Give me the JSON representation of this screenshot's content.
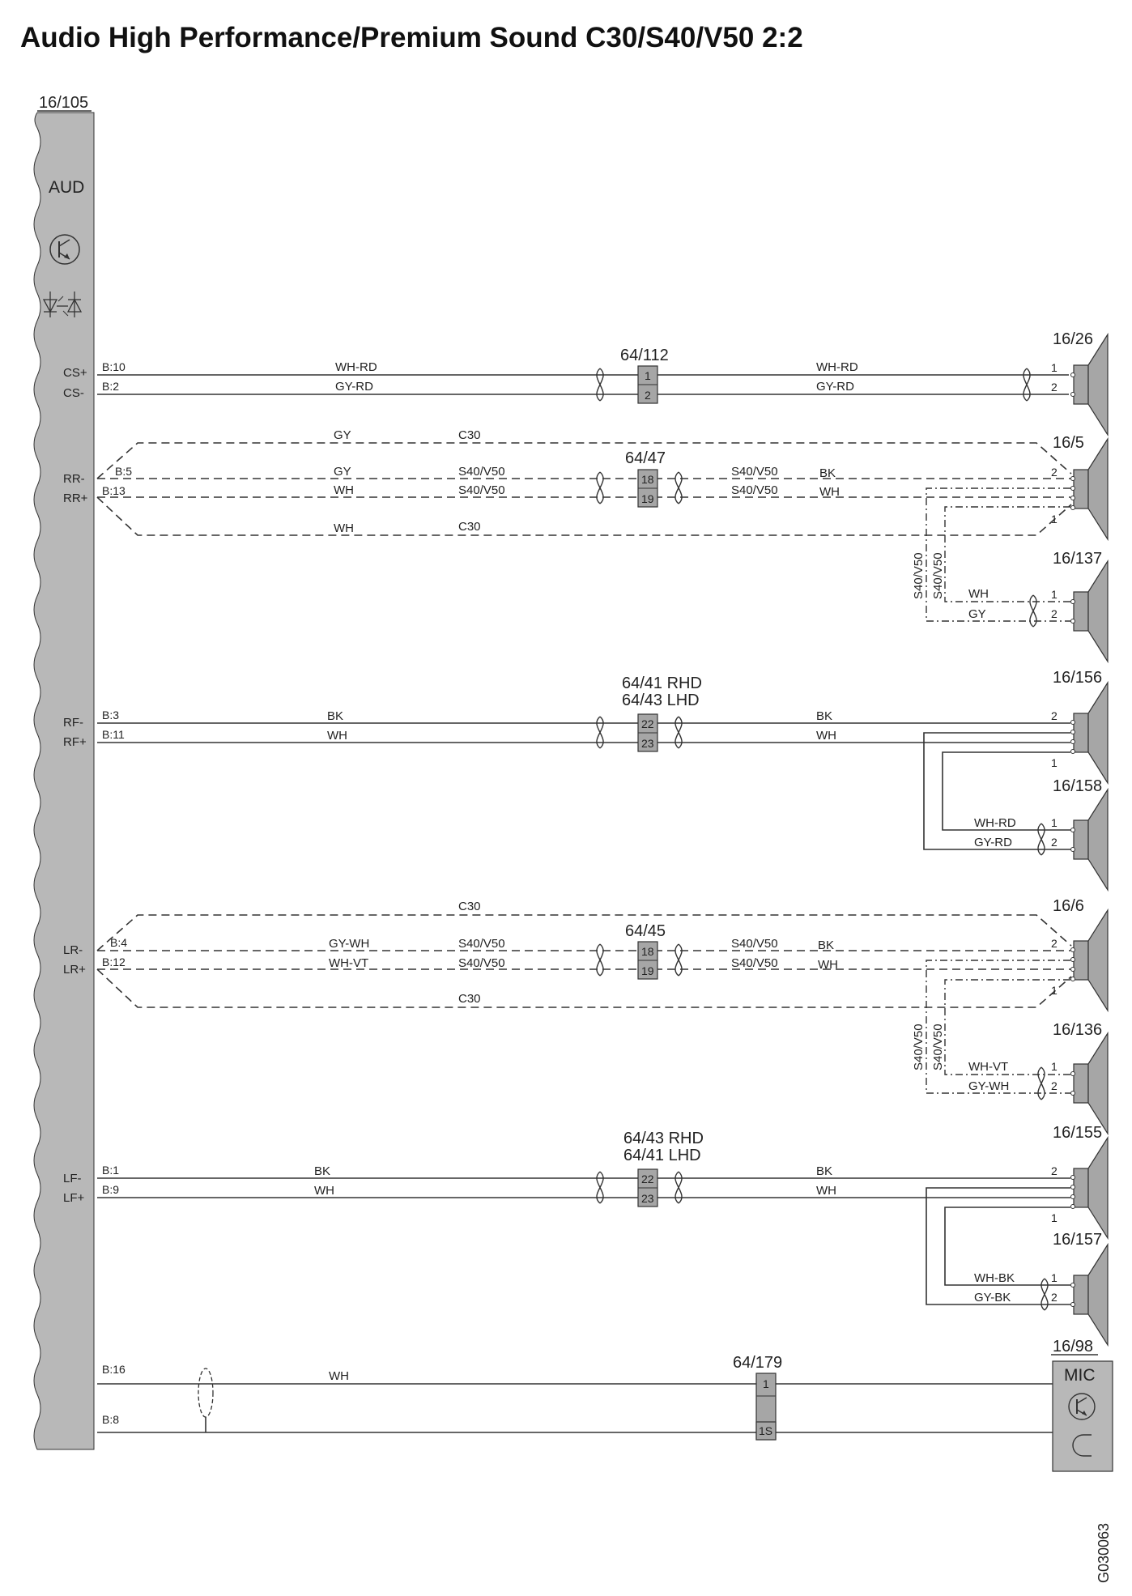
{
  "title": "Audio High Performance/Premium Sound C30/S40/V50 2:2",
  "drawing_id": "G030063",
  "module": {
    "ref": "16/105",
    "label": "AUD"
  },
  "signals": {
    "cs_plus": "CS+",
    "cs_minus": "CS-",
    "rr_minus": "RR-",
    "rr_plus": "RR+",
    "rf_minus": "RF-",
    "rf_plus": "RF+",
    "lr_minus": "LR-",
    "lr_plus": "LR+",
    "lf_minus": "LF-",
    "lf_plus": "LF+"
  },
  "pins": {
    "b10": "B:10",
    "b2": "B:2",
    "b5": "B:5",
    "b13": "B:13",
    "b3": "B:3",
    "b11": "B:11",
    "b4": "B:4",
    "b12": "B:12",
    "b1": "B:1",
    "b9": "B:9",
    "b16": "B:16",
    "b8": "B:8"
  },
  "connectors": {
    "c64_112": {
      "ref": "64/112",
      "pins": [
        "1",
        "2"
      ]
    },
    "c64_47": {
      "ref": "64/47",
      "pins": [
        "18",
        "19"
      ]
    },
    "c64_41_43": {
      "ref1": "64/41 RHD",
      "ref2": "64/43 LHD",
      "pins": [
        "22",
        "23"
      ]
    },
    "c64_45": {
      "ref": "64/45",
      "pins": [
        "18",
        "19"
      ]
    },
    "c64_43_41": {
      "ref1": "64/43 RHD",
      "ref2": "64/41 LHD",
      "pins": [
        "22",
        "23"
      ]
    },
    "c64_179": {
      "ref": "64/179",
      "pins": [
        "1",
        "1S"
      ]
    }
  },
  "speakers": {
    "s16_26": {
      "ref": "16/26",
      "p1": "1",
      "p2": "2"
    },
    "s16_5": {
      "ref": "16/5",
      "p1": "1",
      "p2": "2"
    },
    "s16_137": {
      "ref": "16/137",
      "p1": "1",
      "p2": "2"
    },
    "s16_156": {
      "ref": "16/156",
      "p1": "1",
      "p2": "2"
    },
    "s16_158": {
      "ref": "16/158",
      "p1": "1",
      "p2": "2"
    },
    "s16_6": {
      "ref": "16/6",
      "p1": "1",
      "p2": "2"
    },
    "s16_136": {
      "ref": "16/136",
      "p1": "1",
      "p2": "2"
    },
    "s16_155": {
      "ref": "16/155",
      "p1": "1",
      "p2": "2"
    },
    "s16_157": {
      "ref": "16/157",
      "p1": "1",
      "p2": "2"
    }
  },
  "mic": {
    "ref": "16/98",
    "label": "MIC"
  },
  "wire_colors": {
    "wh_rd": "WH-RD",
    "gy_rd": "GY-RD",
    "gy": "GY",
    "wh": "WH",
    "bk": "BK",
    "gy_wh": "GY-WH",
    "wh_vt": "WH-VT",
    "wh_bk": "WH-BK",
    "gy_bk": "GY-BK"
  },
  "variants": {
    "c30": "C30",
    "s40v50": "S40/V50"
  },
  "colors": {
    "component_fill": "#a6a6a6",
    "line": "#333333"
  }
}
